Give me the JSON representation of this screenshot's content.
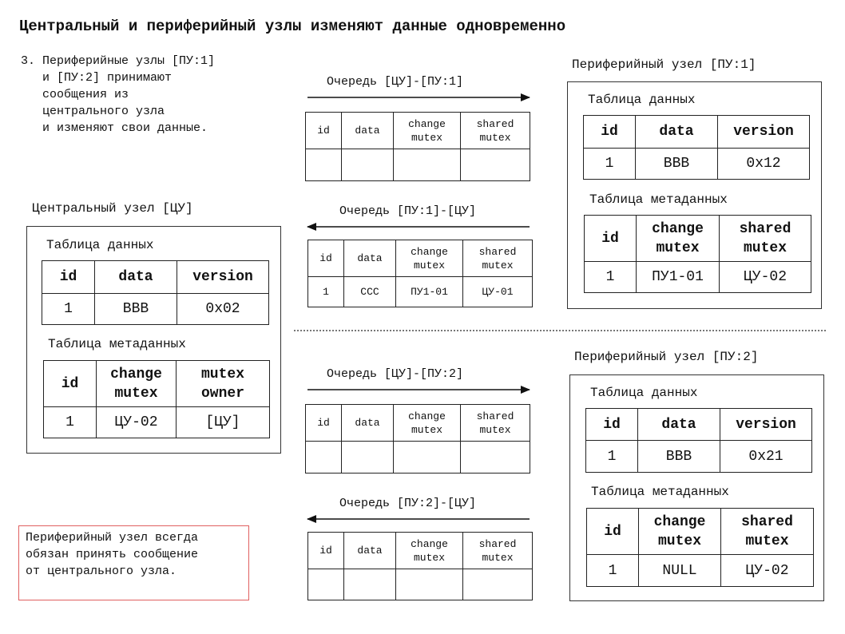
{
  "title": "Центральный и периферийный узлы изменяют данные одновременно",
  "step_note": "3. Периферийные узлы [ПУ:1]\n   и [ПУ:2] принимают\n   сообщения из\n   центрального узла\n   и изменяют свои данные.",
  "warning_note": "Периферийный узел всегда\nобязан принять сообщение\nот центрального узла.",
  "central": {
    "header": "Центральный узел [ЦУ]",
    "data_table": {
      "label": "Таблица данных",
      "cols": [
        "id",
        "data",
        "version"
      ],
      "row": [
        "1",
        "BBB",
        "0x02"
      ]
    },
    "meta_table": {
      "label": "Таблица метаданных",
      "cols": [
        "id",
        "change\nmutex",
        "mutex\nowner"
      ],
      "row": [
        "1",
        "ЦУ-02",
        "[ЦУ]"
      ]
    }
  },
  "peer1": {
    "header": "Периферийный узел [ПУ:1]",
    "data_table": {
      "label": "Таблица данных",
      "cols": [
        "id",
        "data",
        "version"
      ],
      "row": [
        "1",
        "BBB",
        "0x12"
      ]
    },
    "meta_table": {
      "label": "Таблица метаданных",
      "cols": [
        "id",
        "change\nmutex",
        "shared\nmutex"
      ],
      "row": [
        "1",
        "ПУ1-01",
        "ЦУ-02"
      ]
    }
  },
  "peer2": {
    "header": "Периферийный узел [ПУ:2]",
    "data_table": {
      "label": "Таблица данных",
      "cols": [
        "id",
        "data",
        "version"
      ],
      "row": [
        "1",
        "BBB",
        "0x21"
      ]
    },
    "meta_table": {
      "label": "Таблица метаданных",
      "cols": [
        "id",
        "change\nmutex",
        "shared\nmutex"
      ],
      "row": [
        "1",
        "NULL",
        "ЦУ-02"
      ]
    }
  },
  "queues": [
    {
      "label": "Очередь [ЦУ]-[ПУ:1]",
      "direction": "right",
      "cols": [
        "id",
        "data",
        "change\nmutex",
        "shared\nmutex"
      ],
      "row": [
        "",
        "",
        "",
        ""
      ]
    },
    {
      "label": "Очередь [ПУ:1]-[ЦУ]",
      "direction": "left",
      "cols": [
        "id",
        "data",
        "change\nmutex",
        "shared\nmutex"
      ],
      "row": [
        "1",
        "CCC",
        "ПУ1-01",
        "ЦУ-01"
      ]
    },
    {
      "label": "Очередь [ЦУ]-[ПУ:2]",
      "direction": "right",
      "cols": [
        "id",
        "data",
        "change\nmutex",
        "shared\nmutex"
      ],
      "row": [
        "",
        "",
        "",
        ""
      ]
    },
    {
      "label": "Очередь [ПУ:2]-[ЦУ]",
      "direction": "left",
      "cols": [
        "id",
        "data",
        "change\nmutex",
        "shared\nmutex"
      ],
      "row": [
        "",
        "",
        "",
        ""
      ]
    }
  ]
}
